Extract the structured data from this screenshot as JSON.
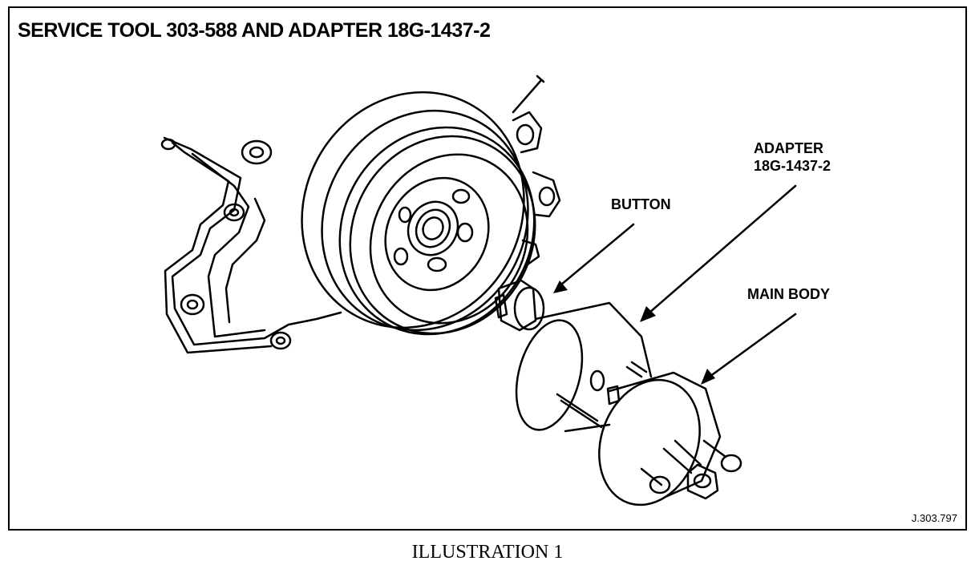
{
  "title": "SERVICE TOOL 303-588 AND ADAPTER 18G-1437-2",
  "labels": {
    "adapter_line1": "ADAPTER",
    "adapter_line2": "18G-1437-2",
    "button": "BUTTON",
    "main_body": "MAIN BODY"
  },
  "reference": "J.303.797",
  "caption": "ILLUSTRATION 1"
}
